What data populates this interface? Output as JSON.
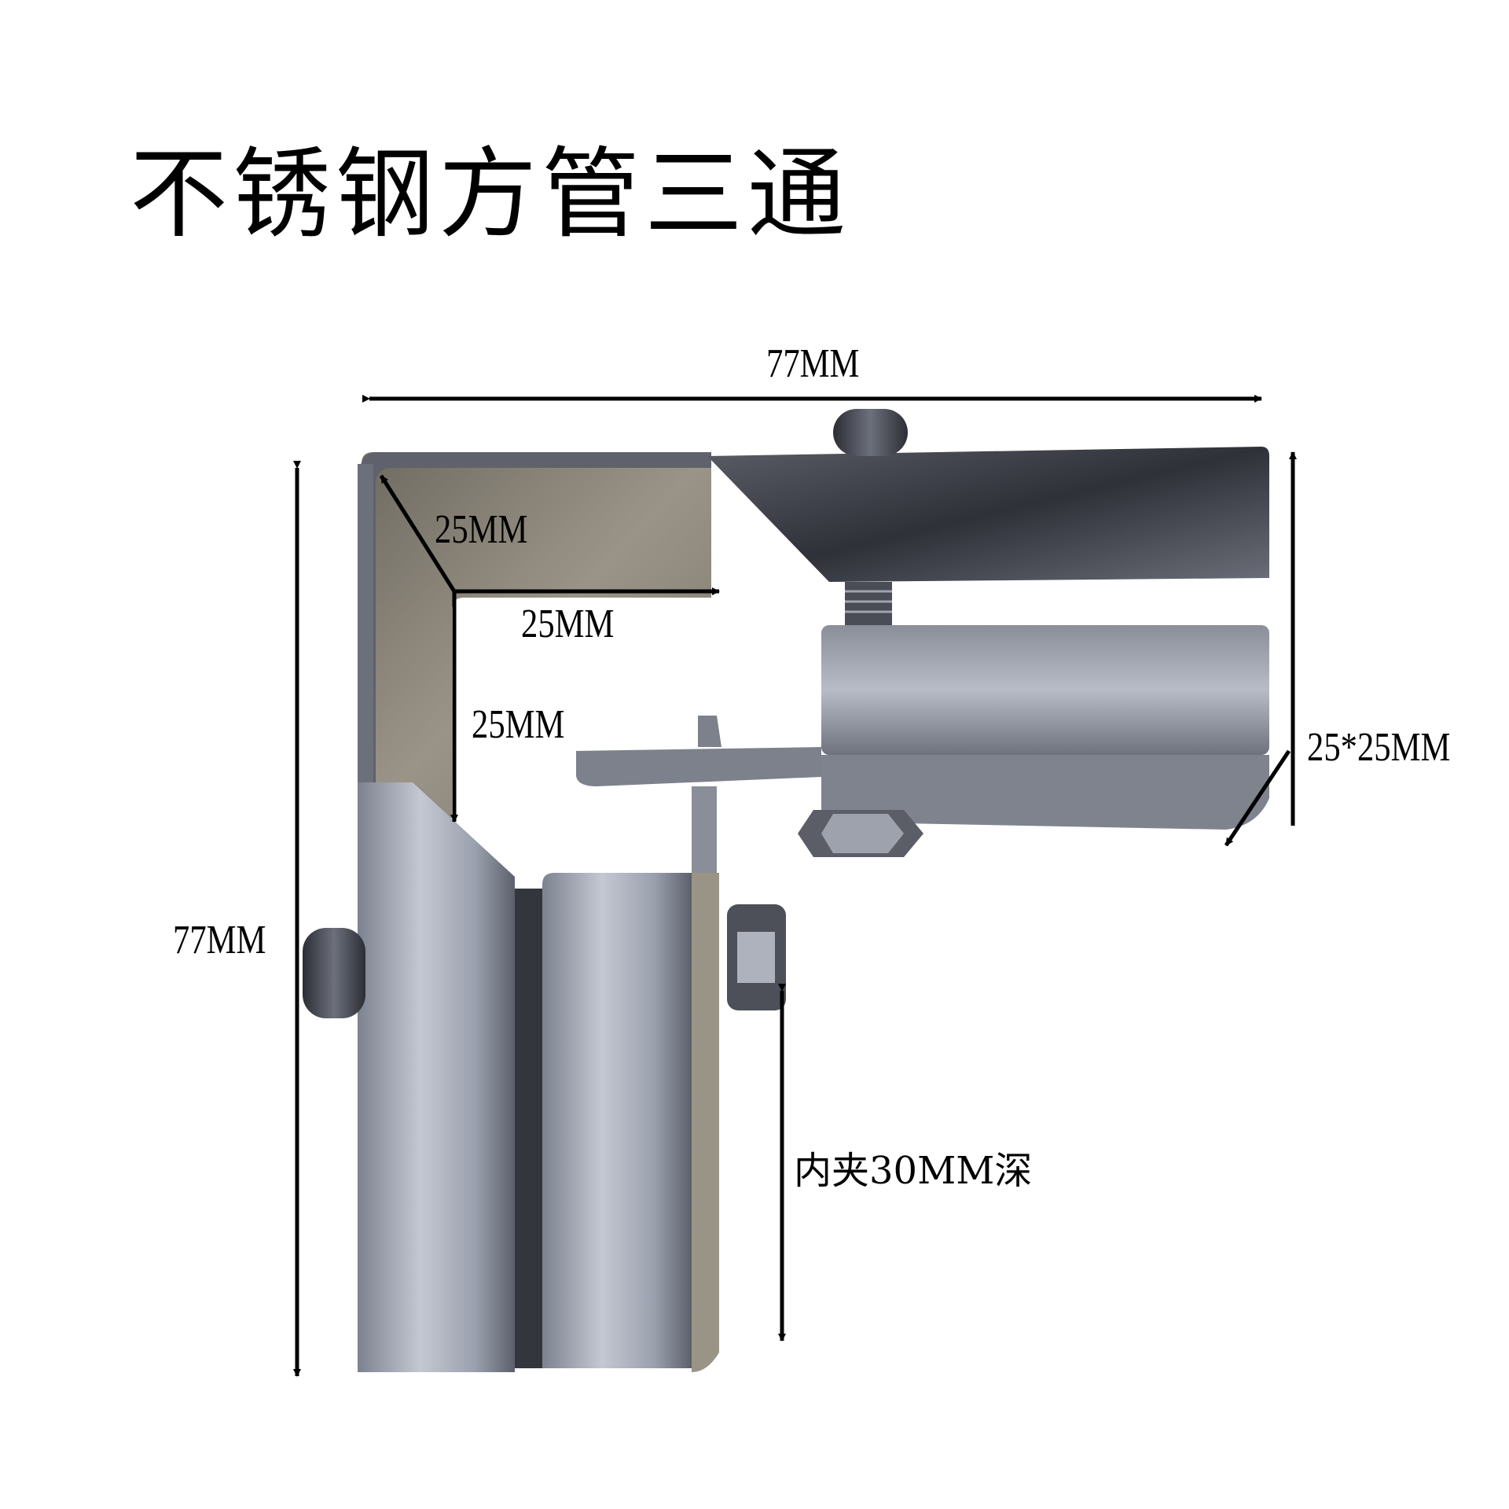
{
  "title": "不锈钢方管三通",
  "product": {
    "subject": "stainless-steel square tube corner tee clamp bracket",
    "background_color": "#ffffff",
    "metal_colors": {
      "light": "#c9ccd3",
      "mid": "#8d9099",
      "dark": "#3a3c44",
      "warm_inner": "#8a8377"
    }
  },
  "dimensions": {
    "overall_width": "77MM",
    "overall_height": "77MM",
    "diagonal_corner": "25MM",
    "inner_horizontal": "25MM",
    "inner_vertical": "25MM",
    "tube_section": "25*25MM",
    "clamp_depth": "内夹30MM深"
  }
}
